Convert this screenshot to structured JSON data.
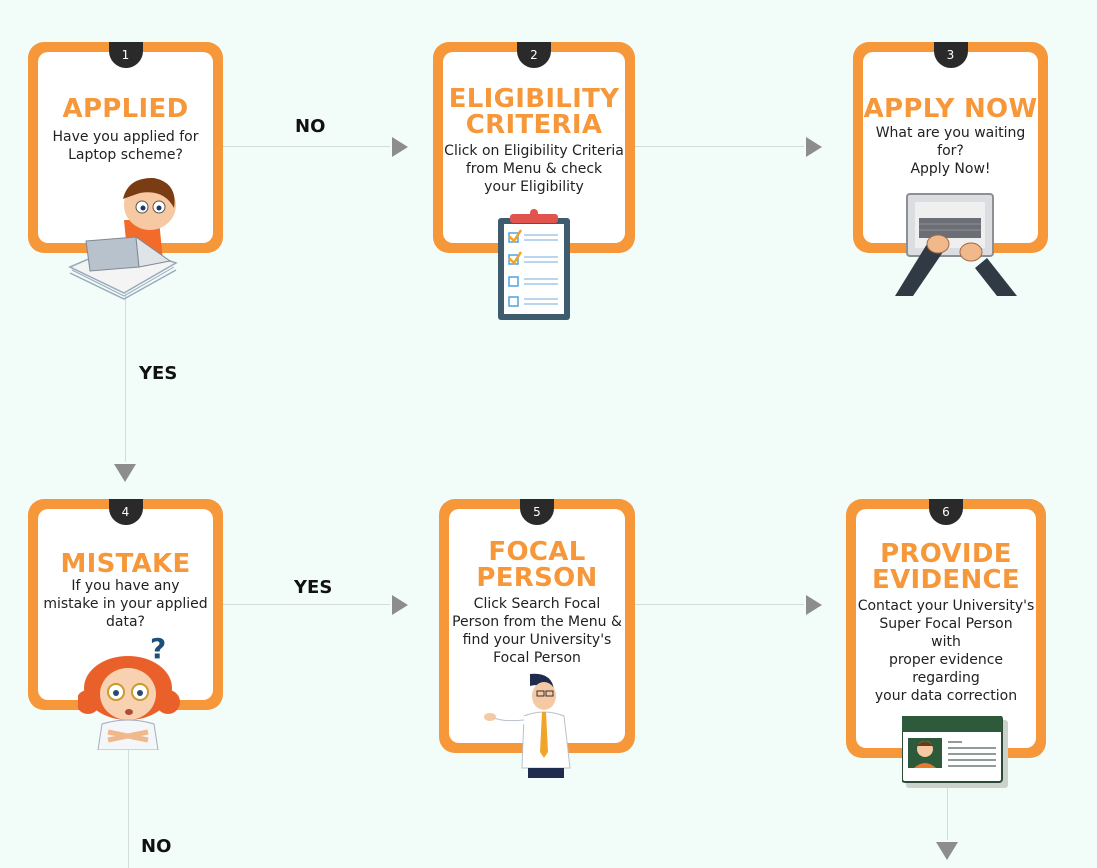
{
  "steps": [
    {
      "num": "1",
      "title": "APPLIED",
      "desc": "Have you applied for\nLaptop scheme?",
      "icon": "student-laptop-icon"
    },
    {
      "num": "2",
      "title": "ELIGIBILITY\nCRITERIA",
      "desc": "Click on Eligibility Criteria\nfrom Menu & check\nyour Eligibility",
      "icon": "clipboard-checklist-icon"
    },
    {
      "num": "3",
      "title": "APPLY NOW",
      "desc": "What are you waiting\nfor?\nApply Now!",
      "icon": "hands-typing-laptop-icon"
    },
    {
      "num": "4",
      "title": "MISTAKE",
      "desc": "If you have any\nmistake in your applied\ndata?",
      "icon": "confused-girl-icon"
    },
    {
      "num": "5",
      "title": "FOCAL\nPERSON",
      "desc": "Click Search Focal\nPerson from the Menu &\nfind your University's\nFocal Person",
      "icon": "man-presenting-icon"
    },
    {
      "num": "6",
      "title": "PROVIDE\nEVIDENCE",
      "desc": "Contact your University's\nSuper Focal Person\nwith\nproper evidence\nregarding\nyour data correction",
      "icon": "id-card-icon"
    }
  ],
  "edge_labels": {
    "no_1": "NO",
    "yes_1": "YES",
    "yes_2": "YES",
    "no_2": "NO"
  },
  "colors": {
    "accent": "#f6973a",
    "badge": "#2a2a2a",
    "background": "#f2fdfa",
    "arrow": "#8d8d8d"
  }
}
